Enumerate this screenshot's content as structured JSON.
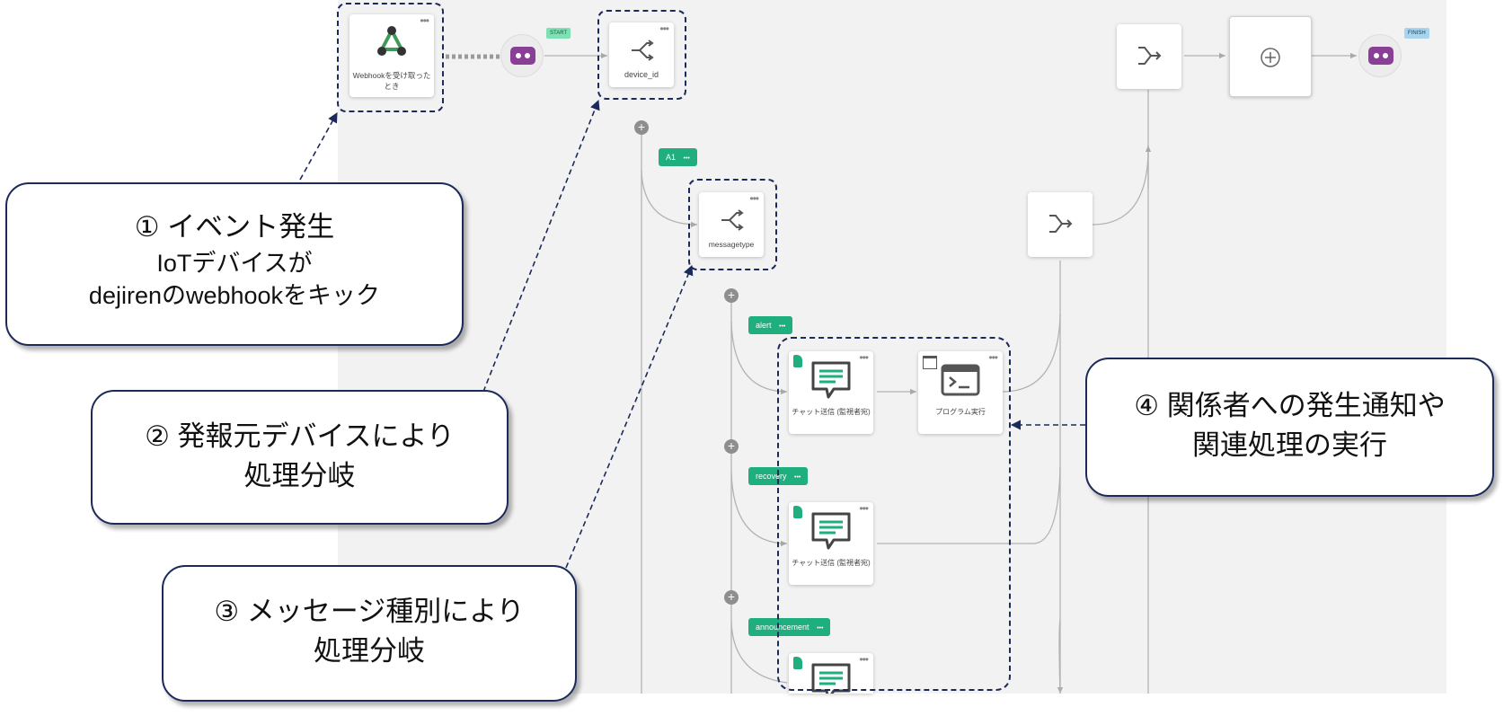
{
  "canvas": {
    "nodes": {
      "webhook_label": "Webhookを受け取ったとき",
      "device_id_label": "device_id",
      "messagetype_label": "messagetype",
      "chat1_label": "チャット送信 (監視者宛)",
      "program_label": "プログラム実行",
      "chat2_label": "チャット送信 (監視者宛)"
    },
    "flags": {
      "start": "START",
      "finish": "FINISH"
    },
    "tags": {
      "a1": "A1",
      "alert": "alert",
      "recovery": "recovery",
      "announcement": "announcement"
    },
    "more_glyph": "•••",
    "plus_glyph": "+"
  },
  "callouts": {
    "c1_title": "① イベント発生",
    "c1_body": "IoTデバイスが\ndejirenのwebhookをキック",
    "c2_text": "② 発報元デバイスにより\n処理分岐",
    "c3_text": "③ メッセージ種別により\n処理分岐",
    "c4_text": "④ 関係者への発生通知や\n関連処理の実行"
  },
  "colors": {
    "accent_green": "#1fae7e",
    "robot_purple": "#8a3f96",
    "callout_border": "#1b2a5a",
    "start_flag": "#7fe0b4",
    "finish_flag": "#a9d4ee"
  }
}
